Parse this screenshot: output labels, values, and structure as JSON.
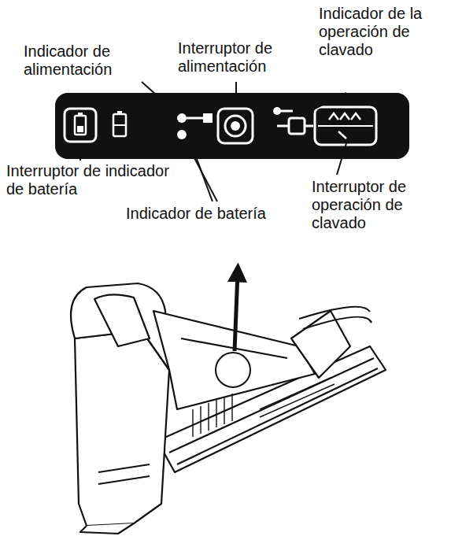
{
  "diagram": {
    "labels": [
      "Indicador de alimentación",
      "Interruptor de alimentación",
      "Indicador de la operación de clavado",
      "Interruptor de indicador de batería",
      "Indicador de batería",
      "Interruptor de operación de clavado"
    ]
  }
}
